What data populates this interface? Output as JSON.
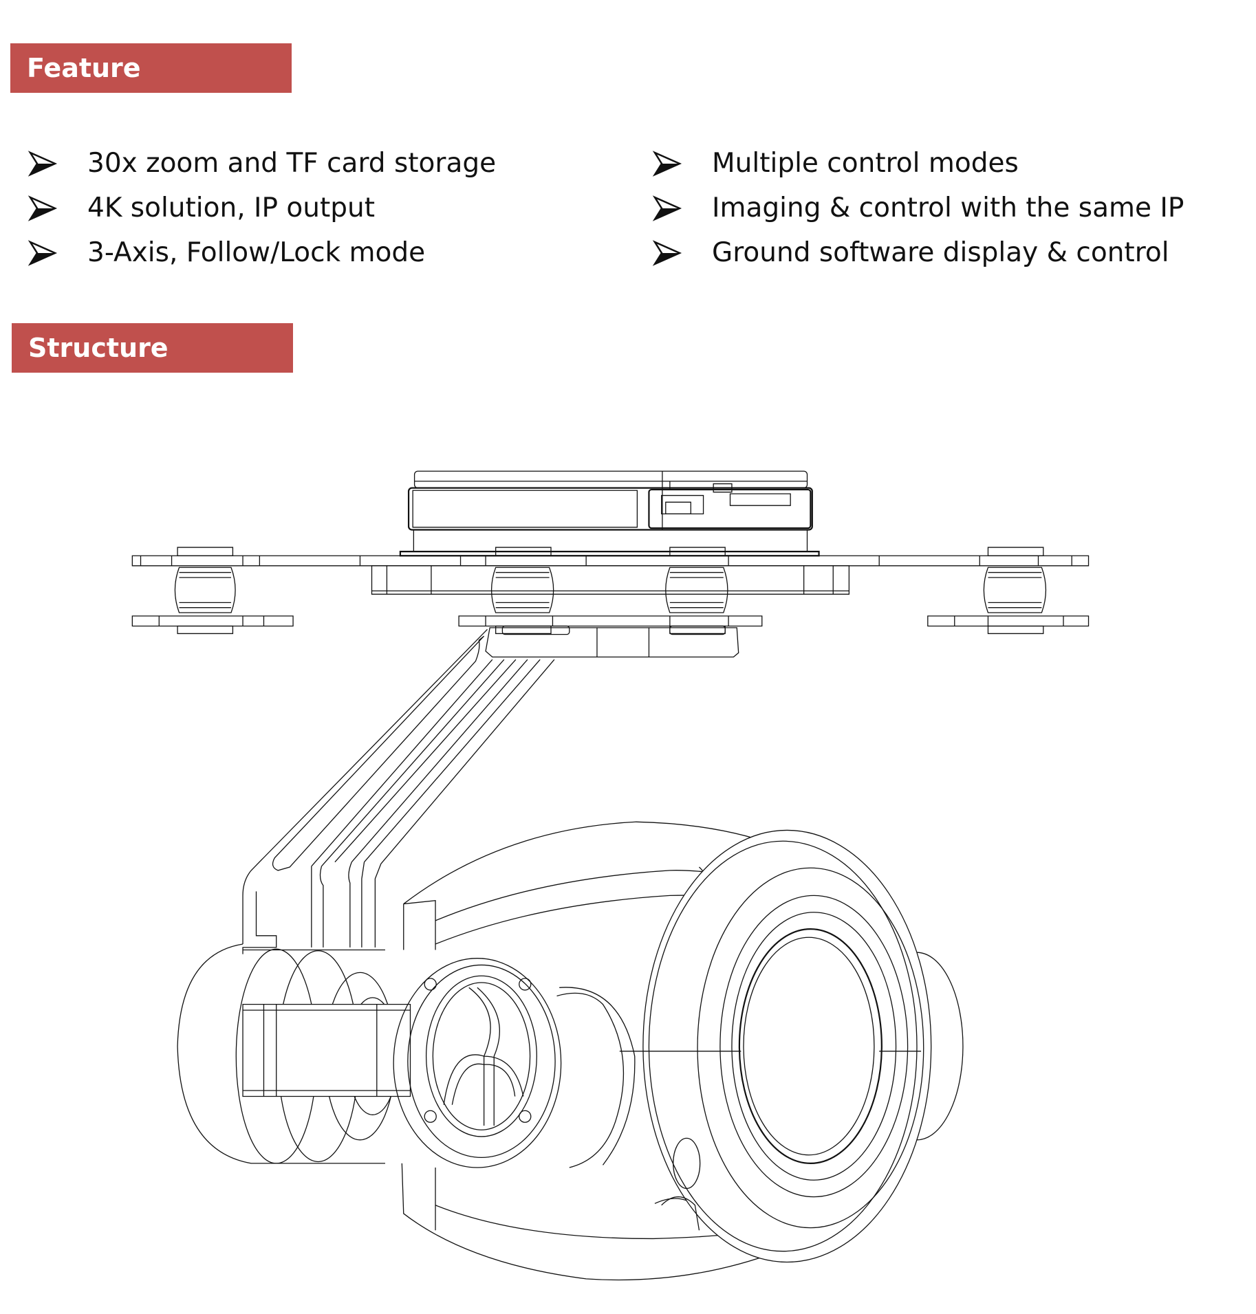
{
  "sections": {
    "feature": {
      "title": "Feature"
    },
    "structure": {
      "title": "Structure"
    }
  },
  "features": {
    "left": [
      "30x zoom and TF card storage",
      "4K solution, IP output",
      "3-Axis, Follow/Lock mode"
    ],
    "right": [
      "Multiple control modes",
      "Imaging & control with the same IP",
      "Ground software display & control"
    ]
  },
  "bullet_icon": "arrowhead-bullet-icon",
  "colors": {
    "section_bar": "#C0504D",
    "section_text": "#FFFFFF",
    "body_text": "#111111",
    "drawing_line": "#111111"
  },
  "figure": {
    "subject": "3-axis zoom camera gimbal line drawing"
  }
}
